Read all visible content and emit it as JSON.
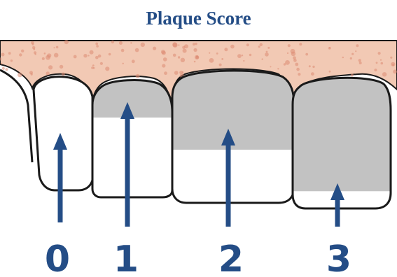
{
  "title": "Plaque Score",
  "colors": {
    "title": "#244d86",
    "arrow": "#244d86",
    "score_label": "#244d86",
    "plaque": "#c2c2c2",
    "tooth": "#ffffff",
    "outline": "#1a1a1a",
    "gum": "#f2c9b4",
    "gum_shade": "#dd8a72"
  },
  "teeth": [
    {
      "score": "0",
      "plaque_coverage": 0.0
    },
    {
      "score": "1",
      "plaque_coverage": 0.33
    },
    {
      "score": "2",
      "plaque_coverage": 0.6
    },
    {
      "score": "3",
      "plaque_coverage": 0.87
    }
  ]
}
